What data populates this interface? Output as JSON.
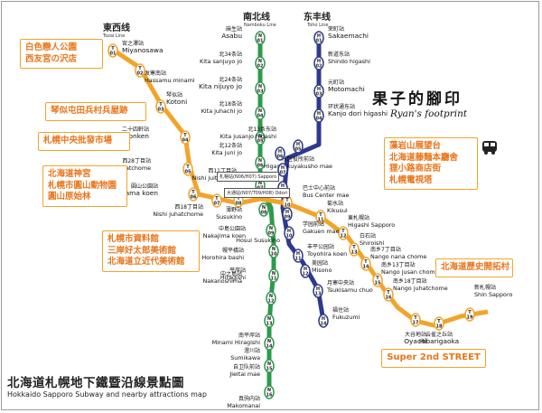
{
  "lines": {
    "tozai": {
      "name": "東西线",
      "en": "Tozai Line",
      "color": "#f2a42a"
    },
    "namboku": {
      "name": "南北线",
      "en": "Namboku Line",
      "color": "#2c9a4a"
    },
    "toho": {
      "name": "东丰线",
      "en": "Toho Line",
      "color": "#2d3a8c"
    }
  },
  "stations": {
    "t01": {
      "code": "T\n01",
      "kanji": "宮之澤站",
      "en": "Miyanosawa"
    },
    "t02": {
      "code": "T\n02",
      "kanji": "发寒南站",
      "en": "Hassamu minami"
    },
    "t03": {
      "code": "T\n03",
      "kanji": "琴似站",
      "en": "Kotoni"
    },
    "t04": {
      "code": "T\n04",
      "kanji": "二十四軒站",
      "en": "Nijuyonken"
    },
    "t05": {
      "code": "T\n05",
      "kanji": "西28丁目站",
      "en": "Nishi nijuhatchome"
    },
    "t06": {
      "code": "T\n06",
      "kanji": "圓山公園站",
      "en": "Maruyama koen"
    },
    "t07": {
      "code": "T\n07",
      "kanji": "西18丁目站",
      "en": "Nishi juhatchome"
    },
    "t08": {
      "code": "T\n08",
      "kanji": "西11丁目站",
      "en": "Nishi juitchome"
    },
    "t10": {
      "code": "T\n10",
      "kanji": "巴士中心前站",
      "en": "Bus Center mae"
    },
    "t11": {
      "code": "T\n11",
      "kanji": "菊水站",
      "en": "Kikusui"
    },
    "t12": {
      "code": "T\n12",
      "kanji": "東札幌站",
      "en": "Higashi Sapporo"
    },
    "t13": {
      "code": "T\n13",
      "kanji": "白石站",
      "en": "Shiroishi"
    },
    "t14": {
      "code": "T\n14",
      "kanji": "南乡7丁目站",
      "en": "Nango nana chome"
    },
    "t15": {
      "code": "T\n15",
      "kanji": "南乡13丁目站",
      "en": "Nango jusan chome"
    },
    "t16": {
      "code": "T\n16",
      "kanji": "南乡18丁目站",
      "en": "Nango juhatchome"
    },
    "t17": {
      "code": "T\n17",
      "kanji": "大谷地站",
      "en": "Oyachi"
    },
    "t18": {
      "code": "T\n18",
      "kanji": "云雀之丘站",
      "en": "Hibarigaoka"
    },
    "t19": {
      "code": "T\n19",
      "kanji": "新札幌站",
      "en": "Shin Sapporo"
    },
    "n01": {
      "code": "N\n01",
      "kanji": "麻生站",
      "en": "Asabu"
    },
    "n02": {
      "code": "N\n02",
      "kanji": "北34条站",
      "en": "Kita sanjuyo jo"
    },
    "n03": {
      "code": "N\n03",
      "kanji": "北24条站",
      "en": "Kita nijuyo jo"
    },
    "n04": {
      "code": "N\n04",
      "kanji": "北18条站",
      "en": "Kita juhachi jo"
    },
    "n05": {
      "code": "N\n05",
      "kanji": "北12条站",
      "en": "Kita juni jo"
    },
    "n06": {
      "code": "N\n06",
      "kanji": "",
      "en": ""
    },
    "n07": {
      "code": "N\n07",
      "kanji": "",
      "en": ""
    },
    "n08": {
      "code": "N\n08",
      "kanji": "薄野站",
      "en": "Susukino"
    },
    "n09": {
      "code": "N\n09",
      "kanji": "中島公園站",
      "en": "Nakajima koen"
    },
    "n10": {
      "code": "N\n10",
      "kanji": "幌平橋站",
      "en": "Horohira bashi"
    },
    "n11": {
      "code": "N\n11",
      "kanji": "中之島站",
      "en": "Nakanoshima"
    },
    "n12": {
      "code": "N\n12",
      "kanji": "平岸站",
      "en": "Hiragishi"
    },
    "n13": {
      "code": "N\n13",
      "kanji": "南平岸站",
      "en": "Minami Hiragishi"
    },
    "n14": {
      "code": "N\n14",
      "kanji": "澄川站",
      "en": "Sumikawa"
    },
    "n15": {
      "code": "N\n15",
      "kanji": "自卫队前站",
      "en": "Jieitai mae"
    },
    "n16": {
      "code": "N\n16",
      "kanji": "真驹内站",
      "en": "Makomanai"
    },
    "h01": {
      "code": "H\n01",
      "kanji": "荣町站",
      "en": "Sakaemachi"
    },
    "h02": {
      "code": "H\n02",
      "kanji": "新道东站",
      "en": "Shindo higashi"
    },
    "h03": {
      "code": "H\n03",
      "kanji": "元町站",
      "en": "Motomachi"
    },
    "h04": {
      "code": "H\n04",
      "kanji": "环状通东站",
      "en": "Kanjo dori higashi"
    },
    "h05": {
      "code": "H\n05",
      "kanji": "东区役所前站",
      "en": "Higashi kuyakusho mae"
    },
    "h06": {
      "code": "H\n06",
      "kanji": "北13条东站",
      "en": "Kita jusanjo higashi"
    },
    "h07": {
      "code": "H\n07",
      "kanji": "",
      "en": ""
    },
    "h08": {
      "code": "H\n08",
      "kanji": "",
      "en": ""
    },
    "h09": {
      "code": "H\n09",
      "kanji": "",
      "en": "Hosui Susukino"
    },
    "h10": {
      "code": "H\n10",
      "kanji": "学园前站",
      "en": "Gakuen mae"
    },
    "h11": {
      "code": "H\n11",
      "kanji": "丰平公园站",
      "en": "Toyohira koen"
    },
    "h12": {
      "code": "H\n12",
      "kanji": "美园站",
      "en": "Misono"
    },
    "h13": {
      "code": "H\n13",
      "kanji": "月寒中央站",
      "en": "Tsukisamu chuo"
    },
    "h14": {
      "code": "H\n14",
      "kanji": "福住站",
      "en": "Fukuzumi"
    }
  },
  "transfers": {
    "sapporo": "札幌站(N06/H07)\nSapporo",
    "odori": "大通站(N07/T09/H08)\nOdori"
  },
  "attractions": {
    "box1": [
      "白色戀人公園",
      "西友宮の沢店"
    ],
    "box2": [
      "琴似屯田兵村兵屋跡"
    ],
    "box3": [
      "札幌中央批發市場"
    ],
    "box4": [
      "北海道神宮",
      "札幌市圓山動物園",
      "圓山原始林"
    ],
    "box5": [
      "札幌市資料館",
      "三岸好太郎美術館",
      "北海道立近代美術館"
    ],
    "box6": [
      "藻岩山展望台",
      "北海道藤麵本廳舍",
      "狸小路商店街",
      "札幌電視塔"
    ],
    "box7": [
      "北海道歷史開拓村"
    ],
    "box8": [
      "Super 2nd STREET"
    ]
  },
  "icons": [
    "bus-icon"
  ],
  "brand": {
    "title": "果子的腳印",
    "subtitle": "Ryan's footprint"
  },
  "map_title": "北海道札幌地下鐵暨沿線景點圖",
  "map_subtitle": "Hokkaido Sapporo Subway and nearby attractions map"
}
